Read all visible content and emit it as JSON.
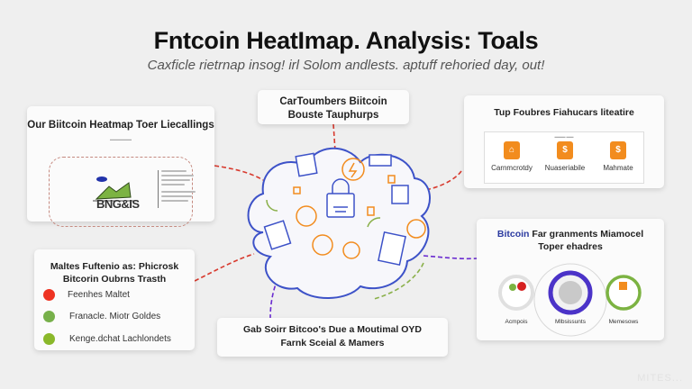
{
  "header": {
    "title": "Fntcoin HeatImap. Analysis: Toals",
    "subtitle": "Caxficle rietrnap insog! irl Solom andlests. aptuff rehoried day, out!"
  },
  "cards": {
    "top_left": {
      "title": "Our Biitcoin Heatmap Toer Liecallings",
      "logo_text": "BNG&IS"
    },
    "top_middle": {
      "title": "CarToumbers Biitcoin Bouste Tauphurps"
    },
    "top_right": {
      "title": "Tup Foubres Fiahucars liteatire",
      "tools": [
        {
          "label": "Carnmcrotdy",
          "icon": "shopping-bag-icon",
          "glyph": "⌂"
        },
        {
          "label": "Nuaseriabile",
          "icon": "dollar-tag-icon",
          "glyph": "$"
        },
        {
          "label": "Mahmate",
          "icon": "coin-card-icon",
          "glyph": "$"
        }
      ]
    },
    "bottom_left": {
      "title": "Maltes Fuftenio as: Phicrosk Bitcorin Oubrns Trasth",
      "legend": [
        {
          "label": "Feenhes Maltet",
          "color": "#ee3322"
        },
        {
          "label": "Franacle. Miotr Goldes",
          "color": "#77b04a"
        },
        {
          "label": "Kenge.dchat Lachlondets",
          "color": "#8ab82a"
        }
      ]
    },
    "bottom_middle": {
      "title": "Gab Soirr Bitcoo's Due a Moutimal OYD Farnk Sceial & Mamers"
    },
    "bottom_right": {
      "title_accent": "Bitcoin",
      "title_rest": " Far granments Miamocel Toper ehadres",
      "rings": [
        {
          "label": "Acmpois",
          "color": "#cfcfcf"
        },
        {
          "label": "Mlbsissunts",
          "color": "#4b33c8"
        },
        {
          "label": "Memesows",
          "color": "#7cb342"
        }
      ]
    }
  },
  "colors": {
    "cloud_stroke": "#3d52c8",
    "accent_orange": "#f28c1e",
    "connector_red": "#d83a2e",
    "connector_purple": "#6a2bd0",
    "connector_green": "#8ab04a"
  },
  "watermark": "MITES..."
}
